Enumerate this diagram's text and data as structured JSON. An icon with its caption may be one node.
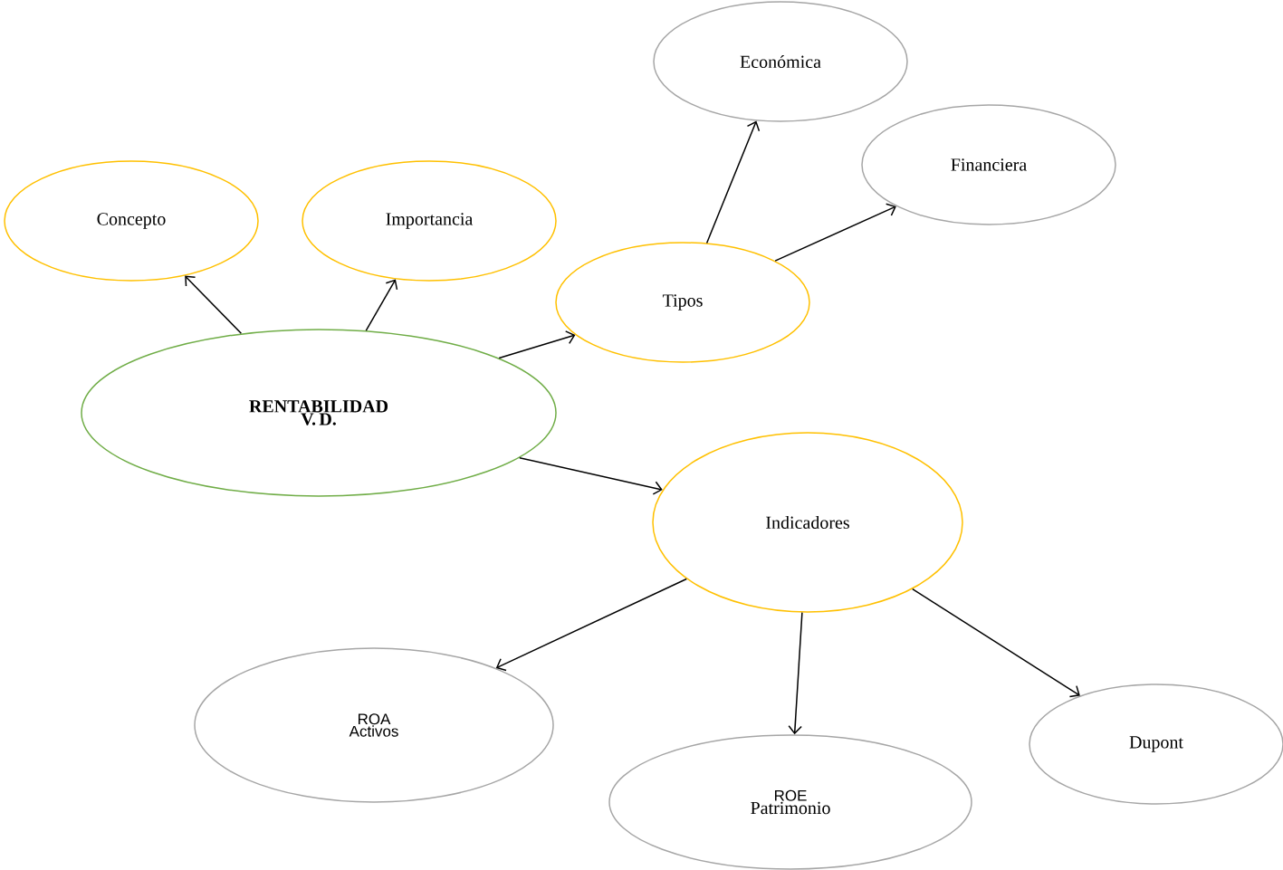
{
  "diagram": {
    "nodes": [
      {
        "text": [
          "RENTABILIDAD V. D."
        ]
      },
      {
        "text": [
          "Concepto"
        ]
      },
      {
        "text": [
          "Importancia"
        ]
      },
      {
        "text": [
          "Tipos"
        ]
      },
      {
        "text": [
          "Económica"
        ]
      },
      {
        "text": [
          "Financiera"
        ]
      },
      {
        "text": [
          "Indicadores"
        ]
      },
      {
        "text": [
          "ROA Activos"
        ]
      },
      {
        "text": [
          "ROE",
          "Patrimonio"
        ]
      },
      {
        "text": [
          "Dupont"
        ]
      }
    ],
    "edges": [
      {
        "from": 0,
        "to": 1,
        "arrow": "to"
      },
      {
        "from": 0,
        "to": 2,
        "arrow": "to"
      },
      {
        "from": 0,
        "to": 3,
        "arrow": "to"
      },
      {
        "from": 0,
        "to": 6,
        "arrow": "to"
      },
      {
        "from": 3,
        "to": 4,
        "arrow": "to"
      },
      {
        "from": 3,
        "to": 5,
        "arrow": "to"
      },
      {
        "from": 6,
        "to": 7,
        "arrow": "to"
      },
      {
        "from": 6,
        "to": 8,
        "arrow": "to"
      },
      {
        "from": 6,
        "to": 9,
        "arrow": "to"
      }
    ]
  }
}
